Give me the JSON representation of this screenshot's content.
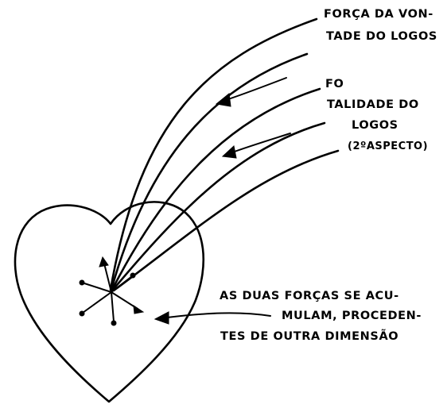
{
  "labels": {
    "vontade_line1": "FORÇA DA VON-",
    "vontade_line2": "TADE DO LOGOS",
    "fo_line1": "FO",
    "fo_line2": "TALIDADE DO",
    "fo_line3": "LOGOS",
    "fo_line4": "(2ºASPECTO)",
    "acumulam_line1": "AS DUAS FORÇAS SE ACU-",
    "acumulam_line2": "MULAM, PROCEDEN-",
    "acumulam_line3": "TES DE OUTRA DIMENSÃO"
  },
  "colors": {
    "ink": "#000000",
    "paper": "#ffffff"
  }
}
